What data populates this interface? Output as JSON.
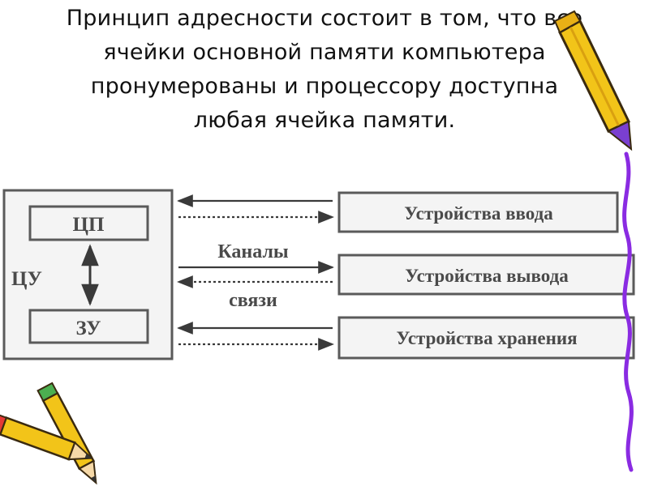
{
  "heading": {
    "lines": [
      "Принцип адресности состоит в том, что все",
      "ячейки основной памяти компьютера",
      "пронумерованы и процессору доступна",
      "любая ячейка памяти."
    ]
  },
  "diagram": {
    "processor_block": {
      "cpu_label": "ЦП",
      "control_unit_label": "ЦУ",
      "memory_label": "ЗУ"
    },
    "channels_label_line1": "Каналы",
    "channels_label_line2": "связи",
    "devices": [
      "Устройства ввода",
      "Устройства вывода",
      "Устройства хранения"
    ]
  },
  "colors": {
    "diagram_stroke": "#5a5a5a",
    "diagram_fill": "#f4f4f4",
    "pencil_yellow": "#f2c419",
    "pencil_outline": "#3a2a10",
    "pencil_purple_tip": "#7a3fd0",
    "squiggle_purple": "#8a2be2"
  },
  "decorations": [
    "pencil-icon",
    "crossed-pencils-icon",
    "purple-squiggle"
  ]
}
